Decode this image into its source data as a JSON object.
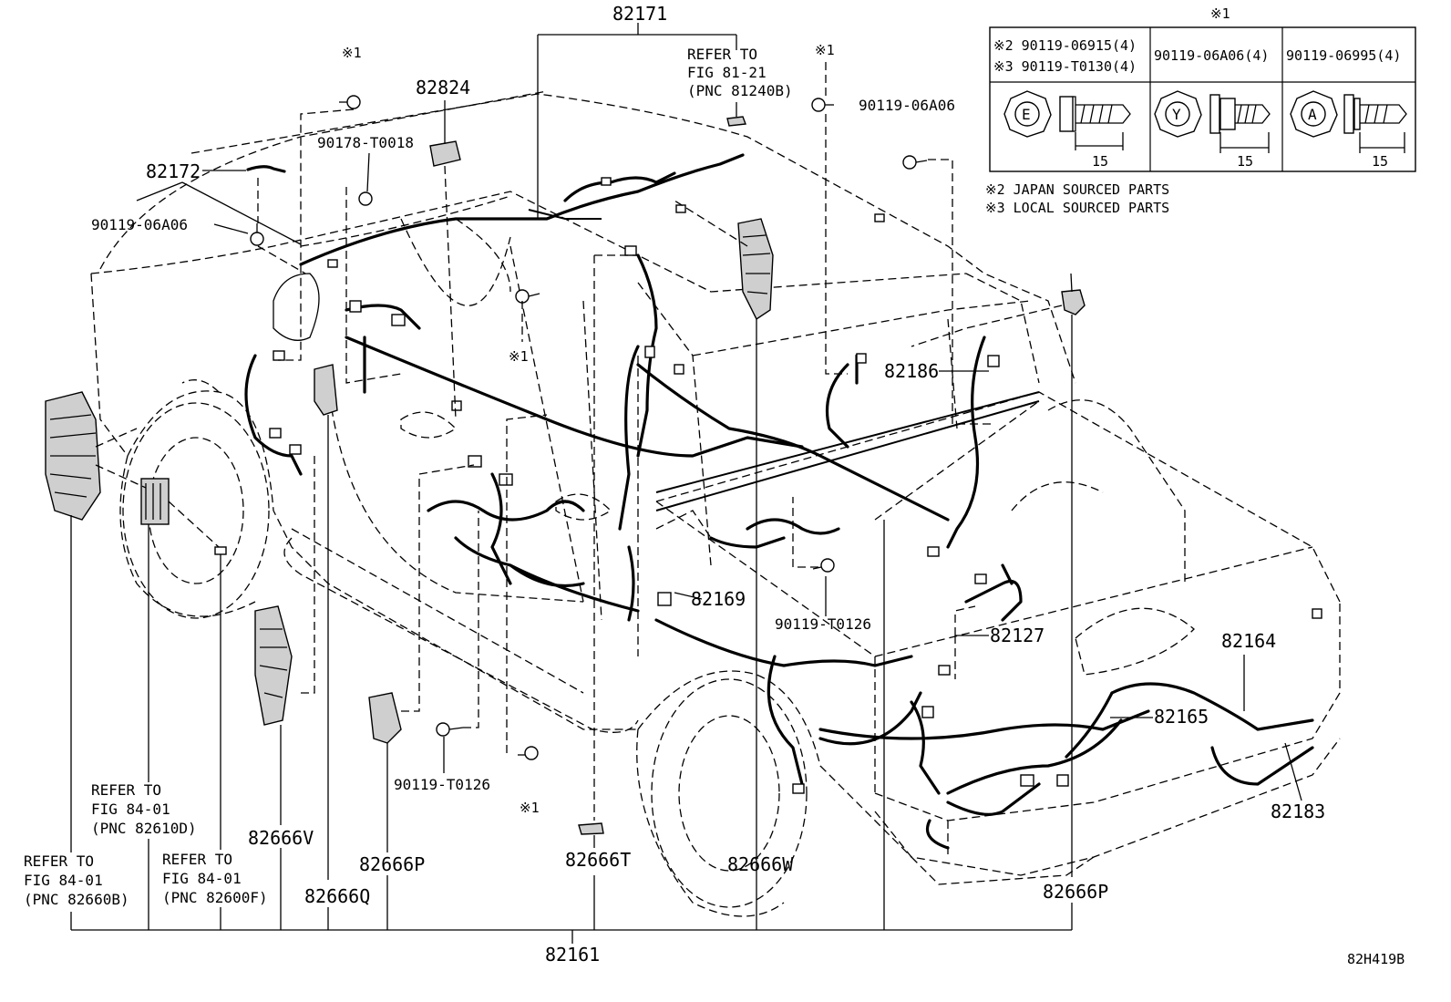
{
  "labels": {
    "p82171": "82171",
    "p82824": "82824",
    "p82172": "82172",
    "p9011906a06_left": "90119-06A06",
    "p90178t0018": "90178-T0018",
    "p9011906a06_right": "90119-06A06",
    "p82186": "82186",
    "p82169": "82169",
    "p90119t0126_mid": "90119-T0126",
    "p82127": "82127",
    "p82164": "82164",
    "p82165": "82165",
    "p82183": "82183",
    "p90119t0126_low": "90119-T0126",
    "p82666v": "82666V",
    "p82666p_left": "82666P",
    "p82666t": "82666T",
    "p82666w": "82666W",
    "p82666p_right": "82666P",
    "p82666q": "82666Q",
    "p82161": "82161",
    "figure_code": "82H419B",
    "note_mark": "※1"
  },
  "refers": {
    "fig8121": [
      "REFER TO",
      "FIG 81-21",
      "(PNC 81240B)"
    ],
    "fig8401_d": [
      "REFER TO",
      "FIG 84-01",
      "(PNC 82610D)"
    ],
    "fig8401_b": [
      "REFER TO",
      "FIG 84-01",
      "(PNC 82660B)"
    ],
    "fig8401_f": [
      "REFER TO",
      "FIG 84-01",
      "(PNC 82600F)"
    ]
  },
  "legend_table": {
    "title": "※1",
    "col1_line1": "※2 90119-06915(4)",
    "col1_line2": "※3 90119-T0130(4)",
    "col2": "90119-06A06(4)",
    "col3": "90119-06995(4)",
    "marks": [
      "E",
      "Y",
      "A"
    ],
    "dimension": "15"
  },
  "notes": [
    "※2 JAPAN SOURCED PARTS",
    "※3 LOCAL SOURCED PARTS"
  ]
}
